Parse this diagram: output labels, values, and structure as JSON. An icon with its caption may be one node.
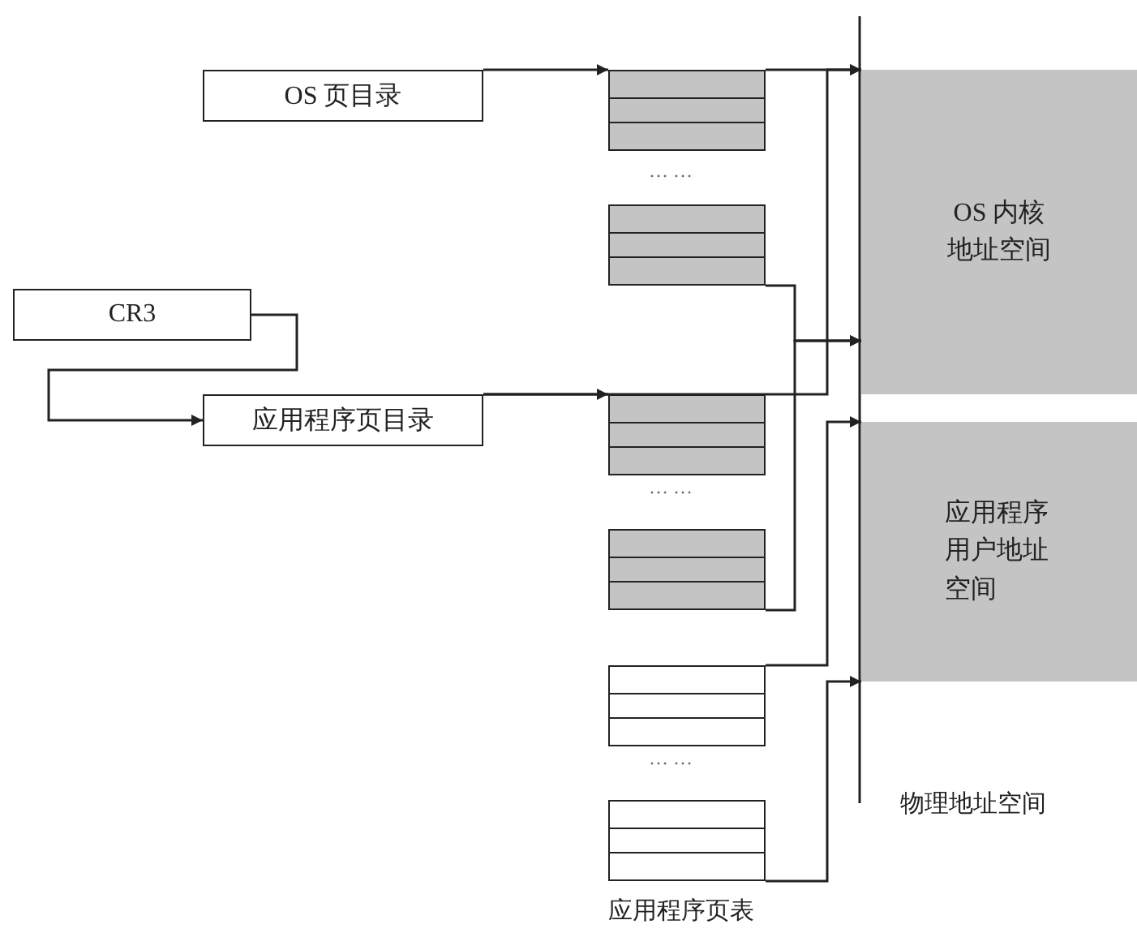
{
  "diagram": {
    "nodes": [
      {
        "text": [
          "OS 页目录"
        ]
      },
      {
        "text": [
          "CR3"
        ]
      },
      {
        "text": [
          "应用程序页目录"
        ]
      },
      {
        "text": [
          "OS 内核地址空间"
        ]
      },
      {
        "text": [
          "应用程序用户地址空间"
        ]
      },
      {
        "text": [],
        "shape": "box"
      },
      {
        "text": [],
        "shape": "box"
      },
      {
        "text": [],
        "shape": "box"
      },
      {
        "text": [],
        "shape": "box"
      },
      {
        "text": [],
        "shape": "box"
      },
      {
        "text": [],
        "shape": "box"
      }
    ],
    "edges": [
      {
        "from": 0,
        "to": 5,
        "arrow": "to"
      },
      {
        "from": 5,
        "to": 3,
        "arrow": "to"
      },
      {
        "from": 2,
        "to": 7,
        "arrow": "to"
      },
      {
        "from": 2,
        "to": 3,
        "arrow": "to"
      },
      {
        "from": 6,
        "to": 3,
        "arrow": "to"
      },
      {
        "from": 8,
        "to": 3,
        "arrow": "to"
      },
      {
        "from": 9,
        "to": 4,
        "arrow": "to"
      },
      {
        "from": 10,
        "to": 4,
        "arrow": "to"
      },
      {
        "from": 1,
        "to": 2,
        "arrow": "to"
      }
    ],
    "labels": [
      "… …",
      "… …",
      "… …",
      "物理地址空间",
      "应用程序页表"
    ]
  }
}
